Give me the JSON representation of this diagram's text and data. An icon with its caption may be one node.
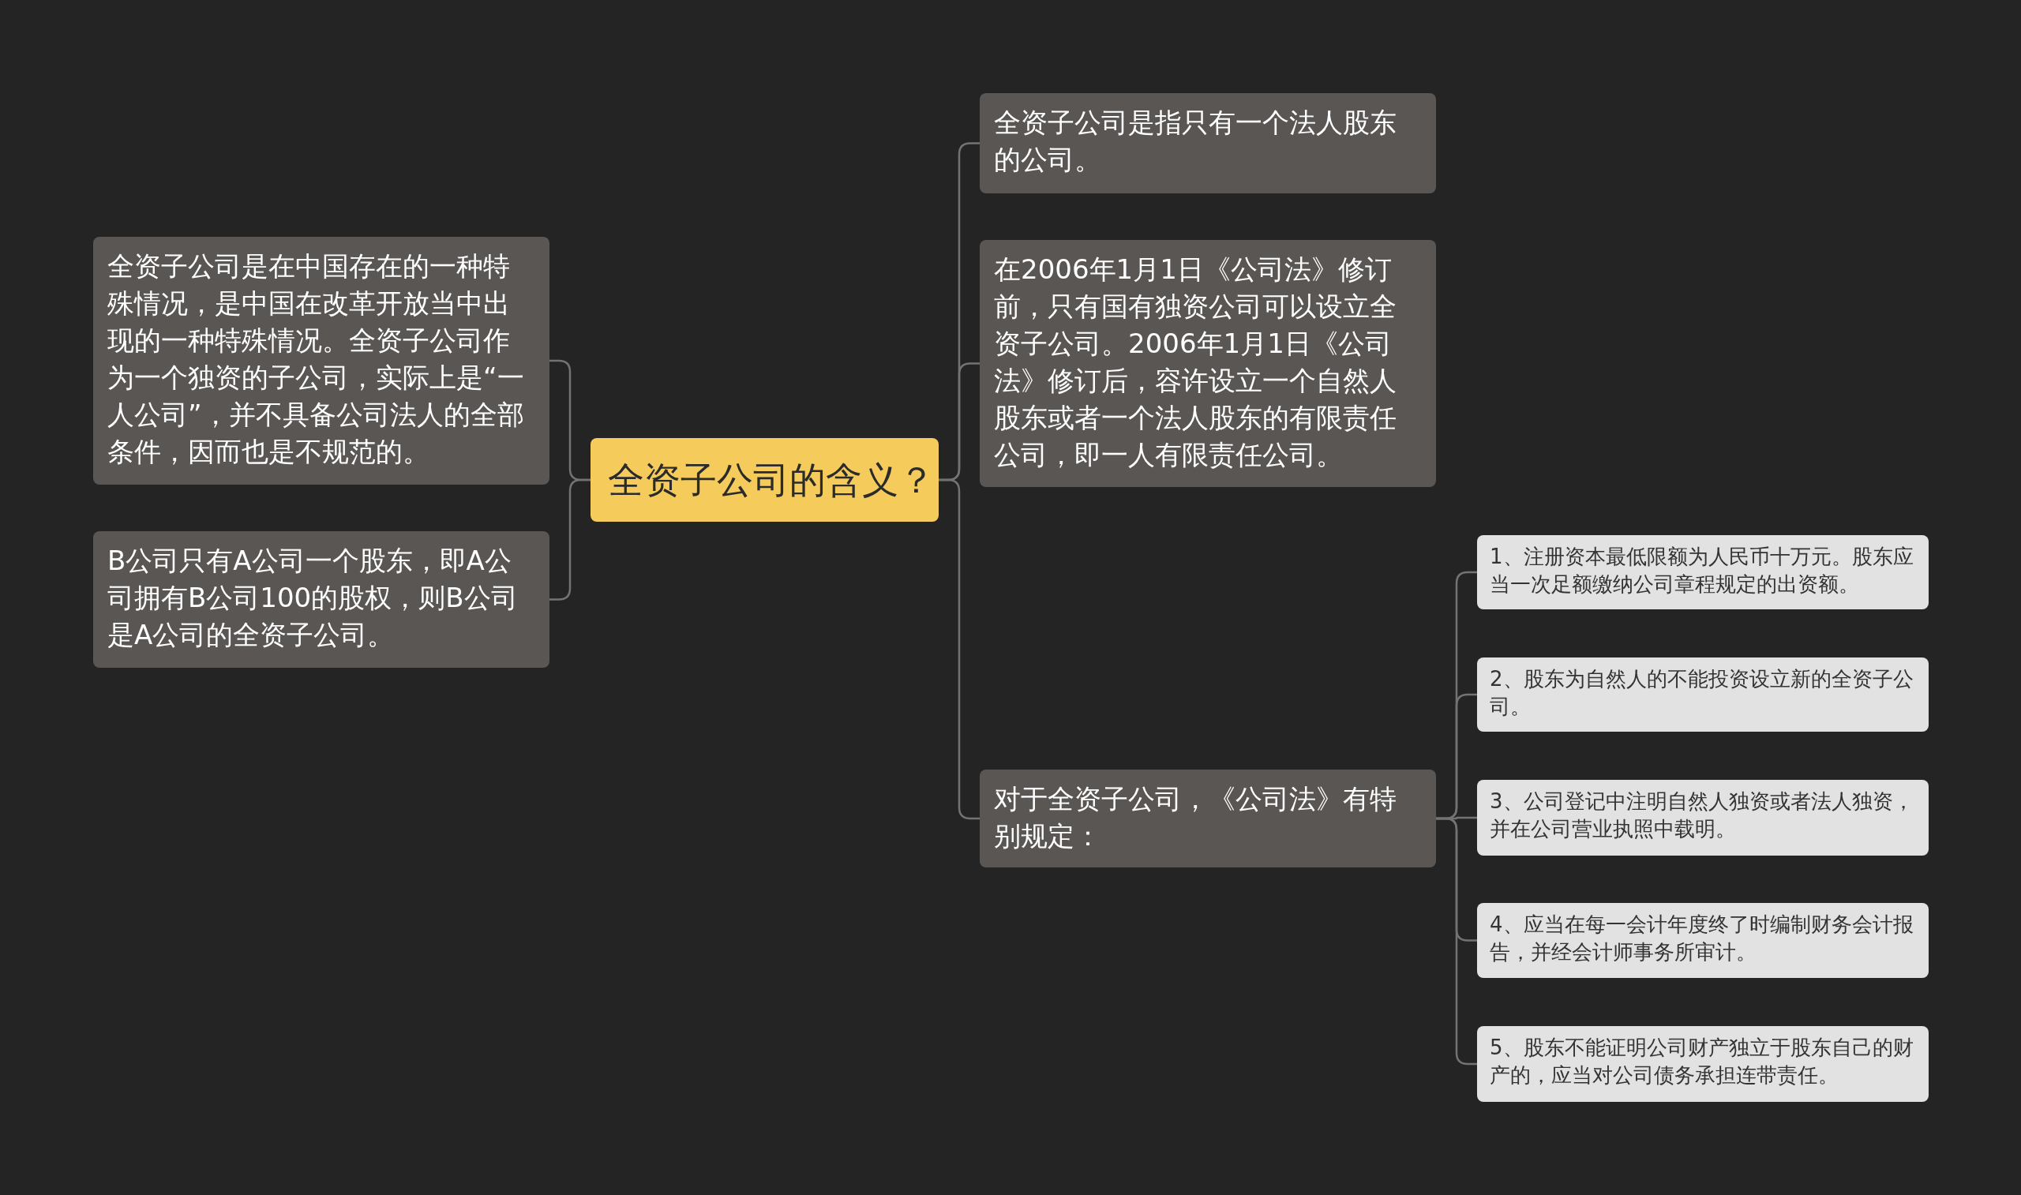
{
  "diagram": {
    "nodes": [
      {
        "text": [
          "全资子公司的含义？"
        ]
      },
      {
        "text": [
          "全资子公司是在中国存在的一种特殊情况，是中国在改革开放当中出现的一种特殊情况。全资子公司作为一个独资的子公司，实际上是“一人公司”，并不具备公司法人的全部条件，因而也是不规范的。"
        ]
      },
      {
        "text": [
          "B公司只有A公司一个股东，即A公司拥有B公司100的股权，则B公司是A公司的全资子公司。"
        ]
      },
      {
        "text": [
          "全资子公司是指只有一个法人股东的公司。"
        ]
      },
      {
        "text": [
          "在2006年1月1日《公司法》修订前，只有国有独资公司可以设立全资子公司。2006年1月1日《公司法》修订后，容许设立一个自然人股东或者一个法人股东的有限责任公司，即一人有限责任公司。"
        ]
      },
      {
        "text": [
          "对于全资子公司，《公司法》有特别规定："
        ]
      },
      {
        "text": [
          "1、注册资本最低限额为人民币十万元。股东应当一次足额缴纳公司章程规定的出资额。"
        ]
      },
      {
        "text": [
          "2、股东为自然人的不能投资设立新的全资子公司。"
        ]
      },
      {
        "text": [
          "3、公司登记中注明自然人独资或者法人独资，并在公司营业执照中载明。"
        ]
      },
      {
        "text": [
          "4、应当在每一会计年度终了时编制财务会计报告，并经会计师事务所审计。"
        ]
      },
      {
        "text": [
          "5、股东不能证明公司财产独立于股东自己的财产的，应当对公司债务承担连带责任。"
        ]
      }
    ],
    "edges": [
      {
        "from": 0,
        "to": 1,
        "arrow": "none"
      },
      {
        "from": 0,
        "to": 2,
        "arrow": "none"
      },
      {
        "from": 0,
        "to": 3,
        "arrow": "none"
      },
      {
        "from": 0,
        "to": 4,
        "arrow": "none"
      },
      {
        "from": 0,
        "to": 5,
        "arrow": "none"
      },
      {
        "from": 5,
        "to": 6,
        "arrow": "none"
      },
      {
        "from": 5,
        "to": 7,
        "arrow": "none"
      },
      {
        "from": 5,
        "to": 8,
        "arrow": "none"
      },
      {
        "from": 5,
        "to": 9,
        "arrow": "none"
      },
      {
        "from": 5,
        "to": 10,
        "arrow": "none"
      }
    ]
  }
}
